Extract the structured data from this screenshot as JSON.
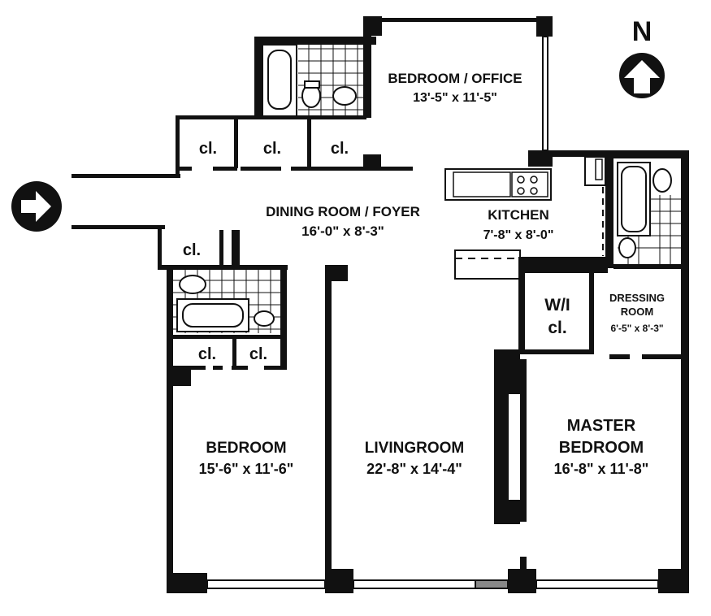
{
  "plan": {
    "compass": {
      "letter": "N",
      "icon": "north-arrow-icon"
    },
    "entry_icon": "entry-arrow-icon",
    "rooms": {
      "bedroom_office": {
        "name": "BEDROOM / OFFICE",
        "dims": "13'-5\" x 11'-5\""
      },
      "dining_foyer": {
        "name": "DINING ROOM / FOYER",
        "dims": "16'-0\" x 8'-3\""
      },
      "kitchen": {
        "name": "KITCHEN",
        "dims": "7'-8\" x 8'-0\""
      },
      "wi_closet": {
        "line1": "W/I",
        "line2": "cl."
      },
      "dressing_room": {
        "line1": "DRESSING",
        "line2": "ROOM",
        "dims": "6'-5\" x 8'-3\""
      },
      "bedroom": {
        "name": "BEDROOM",
        "dims": "15'-6\" x 11'-6\""
      },
      "living_room": {
        "name": "LIVINGROOM",
        "dims": "22'-8\" x 14'-4\""
      },
      "master_bedroom": {
        "line1": "MASTER",
        "line2": "BEDROOM",
        "dims": "16'-8\" x 11'-8\""
      }
    },
    "closet_label": "cl."
  }
}
